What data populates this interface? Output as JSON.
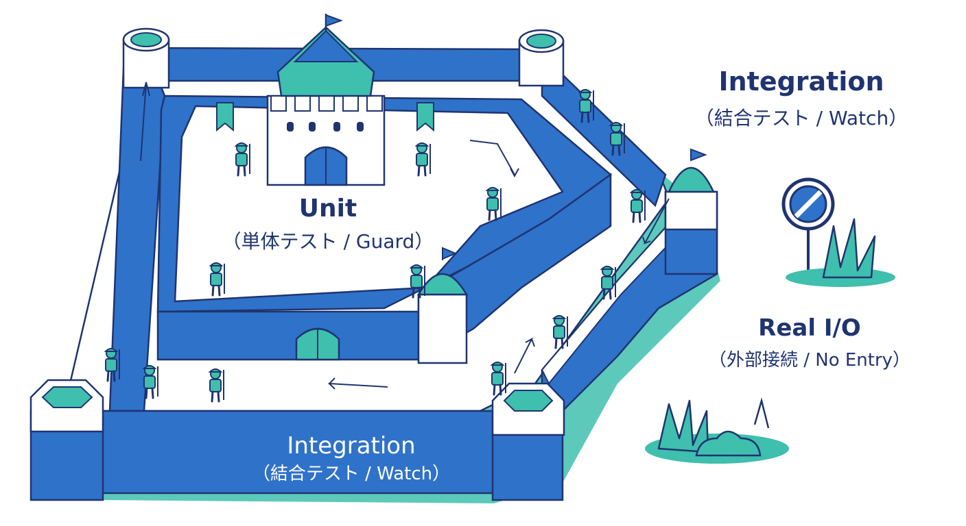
{
  "zones": {
    "unit": {
      "title": "Unit",
      "subtitle": "（単体テスト / Guard）"
    },
    "integration_outer": {
      "title": "Integration",
      "subtitle": "（結合テスト / Watch）"
    },
    "integration_wall": {
      "title": "Integration",
      "subtitle": "（結合テスト / Watch）"
    },
    "real_io": {
      "title": "Real I/O",
      "subtitle": "（外部接続 / No Entry）"
    }
  },
  "colors": {
    "wall_blue": "#2f72c9",
    "outline_navy": "#1f3470",
    "teal": "#3fbfae",
    "white": "#ffffff",
    "text_navy": "#1f3470"
  },
  "icons": {
    "sign": "no-entry-icon",
    "keep": "castle-keep-icon",
    "soldier": "soldier-icon"
  }
}
